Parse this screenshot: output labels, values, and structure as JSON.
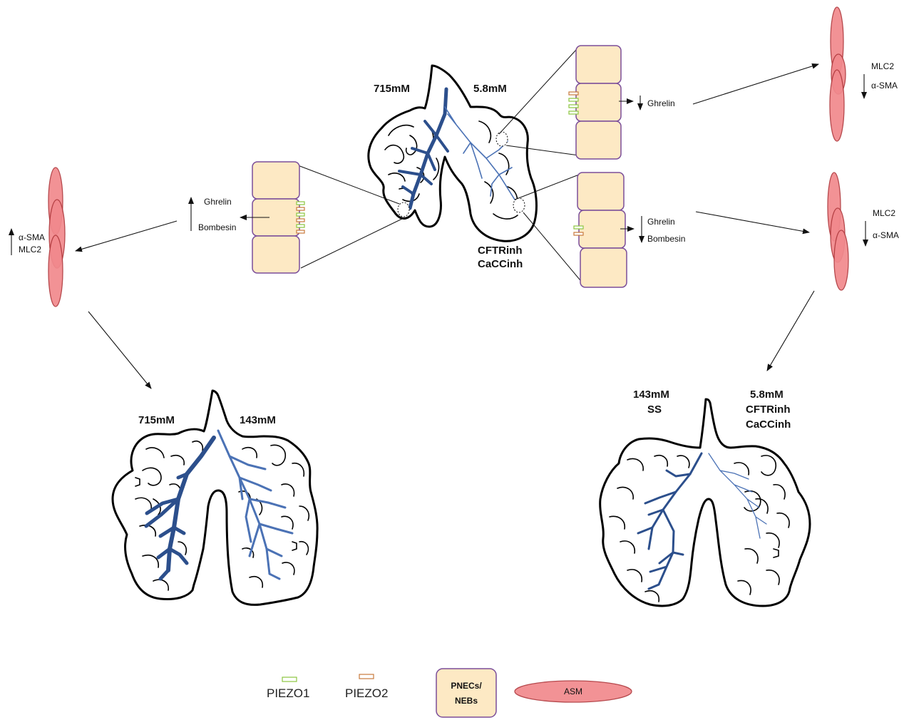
{
  "top_lung": {
    "left_conc": "715mM",
    "right_conc": "5.8mM",
    "inhibitor_1": "CFTRinh",
    "inhibitor_2": "CaCCinh"
  },
  "bottom_left_lung": {
    "left_conc": "715mM",
    "right_conc": "143mM"
  },
  "bottom_right_lung": {
    "left_conc": "143mM",
    "left_cond": "SS",
    "right_conc": "5.8mM",
    "inhibitor_1": "CFTRinh",
    "inhibitor_2": "CaCCinh"
  },
  "left_cells": {
    "ghrelin": "Ghrelin",
    "bombesin": "Bombesin"
  },
  "right_top_cells": {
    "ghrelin": "Ghrelin"
  },
  "right_bottom_cells": {
    "ghrelin": "Ghrelin",
    "bombesin": "Bombesin"
  },
  "left_asm": {
    "marker_1": "α-SMA",
    "marker_2": "MLC2"
  },
  "right_top_asm": {
    "marker_1": "MLC2",
    "marker_2": "α-SMA"
  },
  "right_bottom_asm": {
    "marker_1": "MLC2",
    "marker_2": "α-SMA"
  },
  "legend": {
    "piezo1": "PIEZO1",
    "piezo2": "PIEZO2",
    "pnec_line1": "PNECs/",
    "pnec_line2": "NEBs",
    "asm": "ASM"
  },
  "colors": {
    "piezo1": "#8cc63f",
    "piezo2": "#c87a3c",
    "cell_fill": "#fde9c4",
    "cell_border": "#7b4e9a",
    "asm_fill": "#f1898d",
    "airway": "#2c4f8c"
  }
}
